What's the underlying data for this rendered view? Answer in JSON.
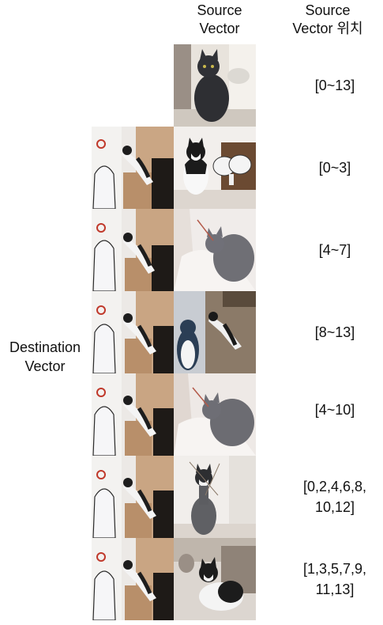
{
  "headers": {
    "source": "Source\nVector",
    "position": "Source\nVector 위치"
  },
  "destination_label": "Destination\nVector",
  "rows": [
    {
      "position": "[0~13]",
      "dest_image": null,
      "source_image": "gray-cat-sitting"
    },
    {
      "position": "[0~3]",
      "dest_image": "cat-leaping-cardboard-kitchen",
      "source_image": "black-white-cat-with-toy"
    },
    {
      "position": "[4~7]",
      "dest_image": "cat-leaping-cardboard-kitchen",
      "source_image": "gray-cat-on-blanket"
    },
    {
      "position": "[8~13]",
      "dest_image": "cat-leaping-cardboard-kitchen",
      "source_image": "penguin-toy-and-cat-jump"
    },
    {
      "position": "[4~10]",
      "dest_image": "cat-leaping-cardboard-kitchen",
      "source_image": "gray-cat-on-blanket"
    },
    {
      "position": "[0,2,4,6,8,\n10,12]",
      "dest_image": "cat-leaping-cardboard-kitchen",
      "source_image": "gray-cat-standing-up"
    },
    {
      "position": "[1,3,5,7,9,\n11,13]",
      "dest_image": "cat-leaping-cardboard-kitchen",
      "source_image": "black-white-cat-leaping"
    }
  ]
}
